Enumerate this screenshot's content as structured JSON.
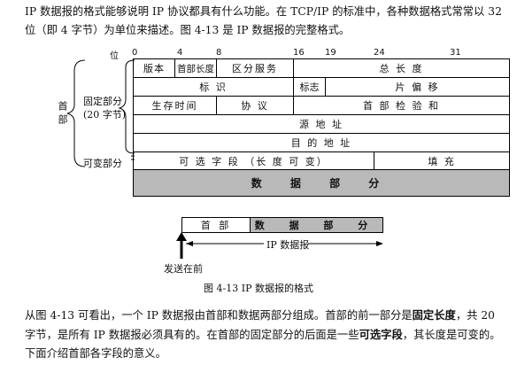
{
  "intro_text": "IP 数据报的格式能够说明 IP 协议都具有什么功能。在 TCP/IP 的标准中，各种数据格式常常以 32 位（即 4 字节）为单位来描述。图 4-13 是 IP 数据报的完整格式。",
  "figure": {
    "bit_label": "位",
    "bit_positions": [
      "0",
      "4",
      "8",
      "16",
      "19",
      "24",
      "31"
    ],
    "side_labels": {
      "header": "首部",
      "fixed_part": "固定部分",
      "fixed_bytes": "(20 字节)",
      "variable_part": "可变部分"
    },
    "rows": {
      "row1": [
        "版本",
        "首部长度",
        "区分服务",
        "总 长 度"
      ],
      "row2": [
        "标 识",
        "标志",
        "片 偏 移"
      ],
      "row3": [
        "生存时间",
        "协 议",
        "首 部 检 验 和"
      ],
      "row4": [
        "源 地 址"
      ],
      "row5": [
        "目 的 地 址"
      ],
      "row6": [
        "可 选 字 段 （长 度 可 变）",
        "填 充"
      ]
    },
    "data_part": "数 据 部 分",
    "bottom_bar": {
      "header": "首 部",
      "data": "数 据 部 分",
      "datagram_label": "IP 数据报",
      "send_label": "发送在前"
    },
    "caption": "图 4-13 IP 数据报的格式"
  },
  "body_text": {
    "part1": "从图 4-13 可看出，一个 IP 数据报由首部和数据两部分组成。首部的前一部分是",
    "bold1": "固定长度",
    "part2": "，共 20 字节，是所有 IP 数据报必须具有的。在首部的固定部分的后面是一些",
    "bold2": "可选字段",
    "part3": "，其长度是可变的。下面介绍首部各字段的意义。"
  }
}
